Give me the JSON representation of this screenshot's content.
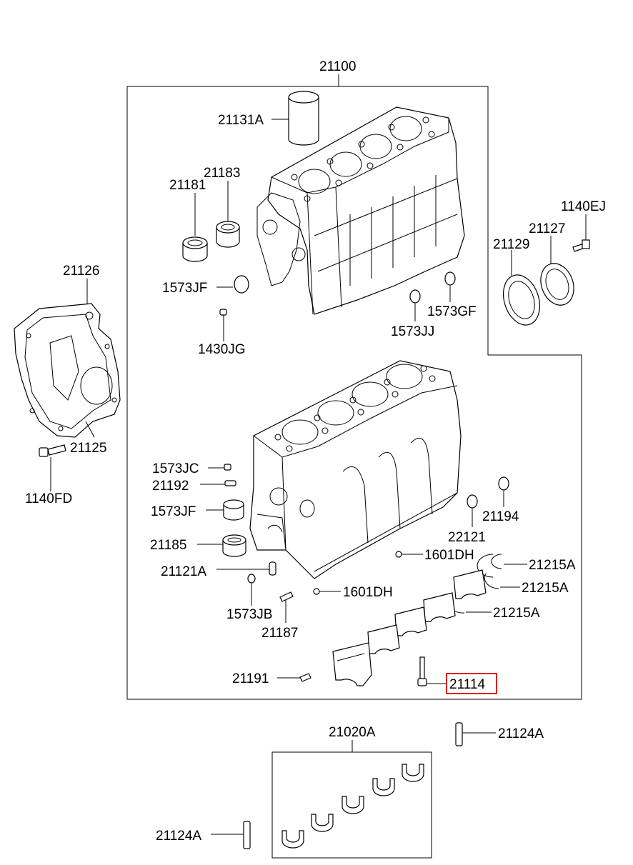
{
  "labels": {
    "l21100": "21100",
    "l21131a": "21131A",
    "l21183": "21183",
    "l21181": "21181",
    "l1140ej": "1140EJ",
    "l21127": "21127",
    "l21129": "21129",
    "l21126": "21126",
    "l1573jf_top": "1573JF",
    "l1573gf": "1573GF",
    "l1573jj": "1573JJ",
    "l1430jg": "1430JG",
    "l21125": "21125",
    "l1140fd": "1140FD",
    "l1573jc": "1573JC",
    "l21192": "21192",
    "l1573jf_mid": "1573JF",
    "l21194": "21194",
    "l22121": "22121",
    "l21185": "21185",
    "l1601dh_a": "1601DH",
    "l21215a_1": "21215A",
    "l21121a": "21121A",
    "l21215a_2": "21215A",
    "l1601dh_b": "1601DH",
    "l1573jb": "1573JB",
    "l21215a_3": "21215A",
    "l21187": "21187",
    "l21191": "21191",
    "l21114": "21114",
    "l21020a": "21020A",
    "l21124a_r": "21124A",
    "l21124a_l": "21124A"
  },
  "highlight": {
    "part": "21114",
    "color": "#e02020"
  }
}
